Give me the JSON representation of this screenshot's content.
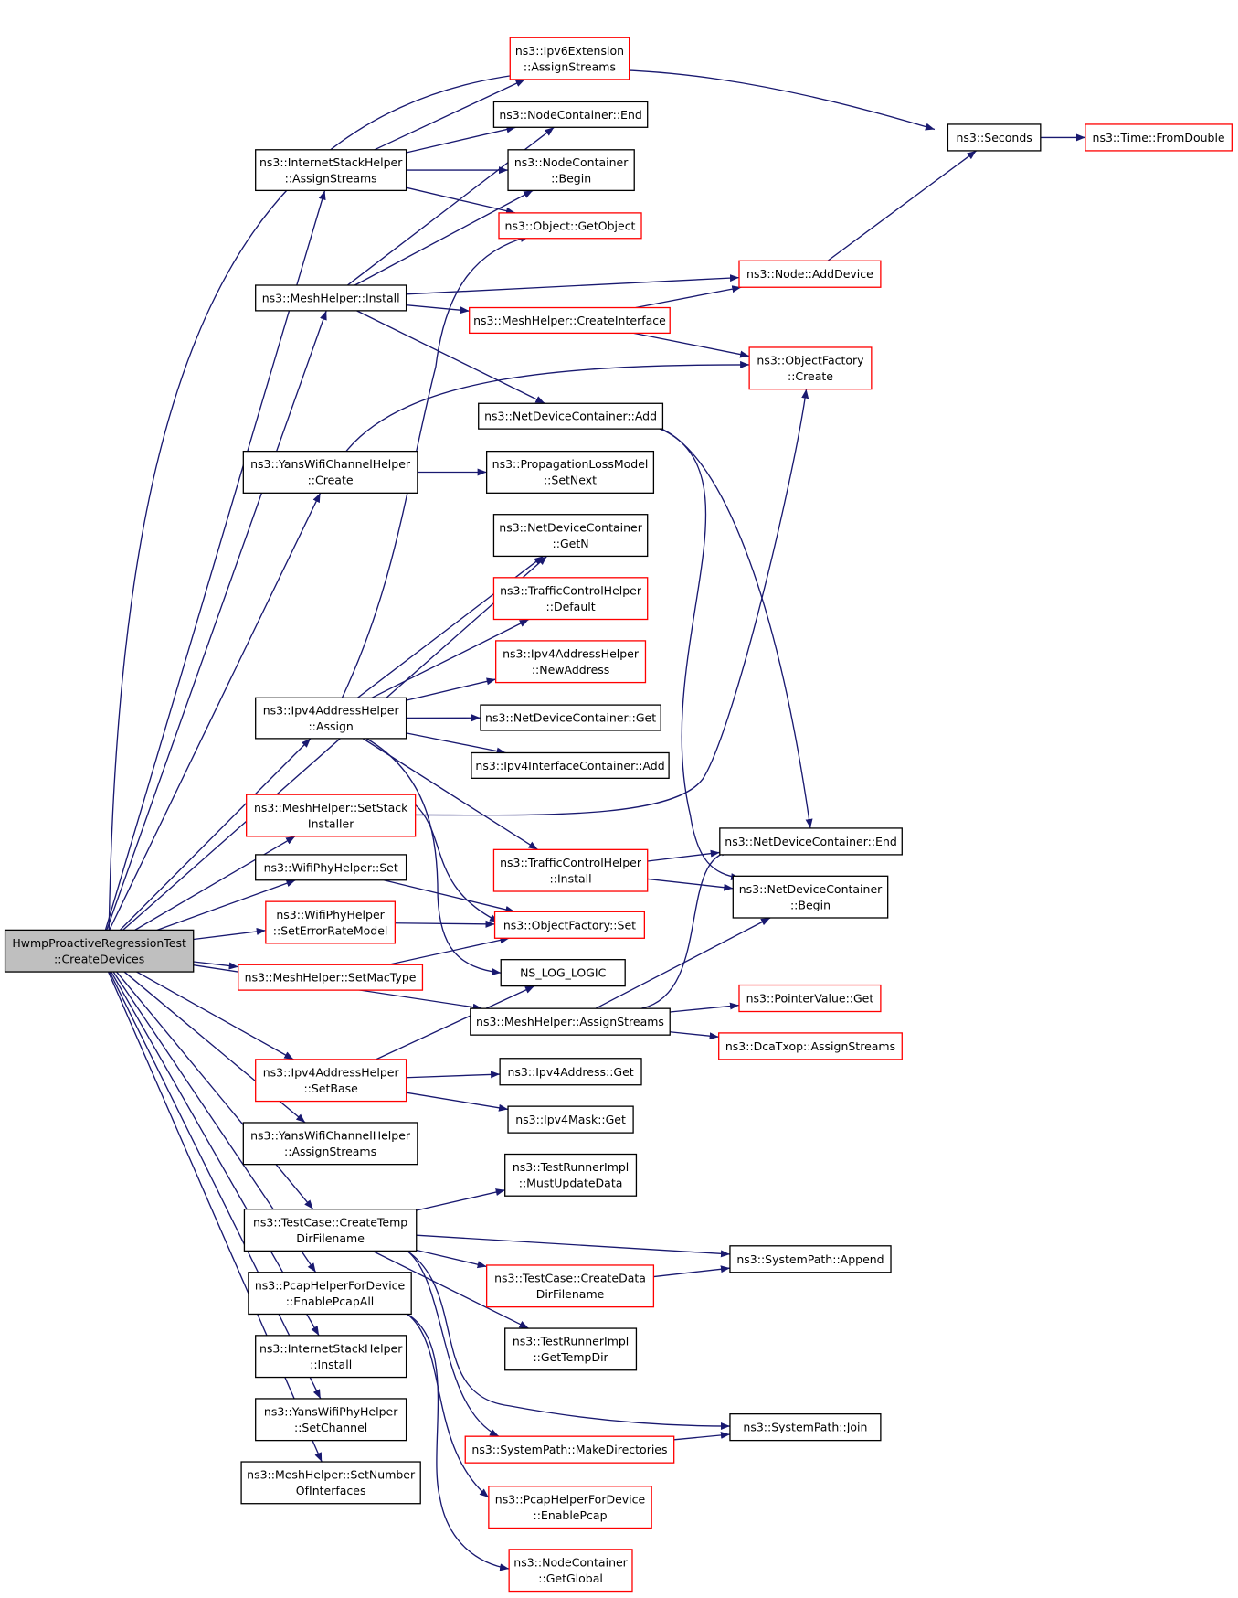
{
  "colors": {
    "edge": "#191970",
    "root_fill": "#bfbfbf",
    "box_border_normal": "#000000",
    "box_border_truncated": "#ff0000",
    "box_fill": "#ffffff"
  },
  "nodes": [
    {
      "id": "root",
      "lines": [
        "HwmpProactiveRegressionTest",
        "::CreateDevices"
      ],
      "style": "root"
    },
    {
      "id": "ipv6ext",
      "lines": [
        "ns3::Ipv6Extension",
        "::AssignStreams"
      ],
      "style": "red"
    },
    {
      "id": "nc_end",
      "lines": [
        "ns3::NodeContainer::End"
      ],
      "style": "black"
    },
    {
      "id": "ish_as",
      "lines": [
        "ns3::InternetStackHelper",
        "::AssignStreams"
      ],
      "style": "black"
    },
    {
      "id": "nc_begin",
      "lines": [
        "ns3::NodeContainer",
        "::Begin"
      ],
      "style": "black"
    },
    {
      "id": "obj_get",
      "lines": [
        "ns3::Object::GetObject"
      ],
      "style": "red"
    },
    {
      "id": "seconds",
      "lines": [
        "ns3::Seconds"
      ],
      "style": "black"
    },
    {
      "id": "time_fd",
      "lines": [
        "ns3::Time::FromDouble"
      ],
      "style": "red"
    },
    {
      "id": "mh_install",
      "lines": [
        "ns3::MeshHelper::Install"
      ],
      "style": "black"
    },
    {
      "id": "node_add",
      "lines": [
        "ns3::Node::AddDevice"
      ],
      "style": "red"
    },
    {
      "id": "mh_ci",
      "lines": [
        "ns3::MeshHelper::CreateInterface"
      ],
      "style": "red"
    },
    {
      "id": "of_create",
      "lines": [
        "ns3::ObjectFactory",
        "::Create"
      ],
      "style": "red"
    },
    {
      "id": "ndc_add",
      "lines": [
        "ns3::NetDeviceContainer::Add"
      ],
      "style": "black"
    },
    {
      "id": "ywch_create",
      "lines": [
        "ns3::YansWifiChannelHelper",
        "::Create"
      ],
      "style": "black"
    },
    {
      "id": "plm_setnext",
      "lines": [
        "ns3::PropagationLossModel",
        "::SetNext"
      ],
      "style": "black"
    },
    {
      "id": "ndc_getn",
      "lines": [
        "ns3::NetDeviceContainer",
        "::GetN"
      ],
      "style": "black"
    },
    {
      "id": "tch_default",
      "lines": [
        "ns3::TrafficControlHelper",
        "::Default"
      ],
      "style": "red"
    },
    {
      "id": "ipv4h_newaddr",
      "lines": [
        "ns3::Ipv4AddressHelper",
        "::NewAddress"
      ],
      "style": "red"
    },
    {
      "id": "ipv4h_assign",
      "lines": [
        "ns3::Ipv4AddressHelper",
        "::Assign"
      ],
      "style": "black"
    },
    {
      "id": "ndc_get",
      "lines": [
        "ns3::NetDeviceContainer::Get"
      ],
      "style": "black"
    },
    {
      "id": "ipv4ic_add",
      "lines": [
        "ns3::Ipv4InterfaceContainer::Add"
      ],
      "style": "black"
    },
    {
      "id": "mh_ssi",
      "lines": [
        "ns3::MeshHelper::SetStack",
        "Installer"
      ],
      "style": "red"
    },
    {
      "id": "ndc_end",
      "lines": [
        "ns3::NetDeviceContainer::End"
      ],
      "style": "black"
    },
    {
      "id": "wph_set",
      "lines": [
        "ns3::WifiPhyHelper::Set"
      ],
      "style": "black"
    },
    {
      "id": "tch_install",
      "lines": [
        "ns3::TrafficControlHelper",
        "::Install"
      ],
      "style": "red"
    },
    {
      "id": "ndc_begin",
      "lines": [
        "ns3::NetDeviceContainer",
        "::Begin"
      ],
      "style": "black"
    },
    {
      "id": "wph_serm",
      "lines": [
        "ns3::WifiPhyHelper",
        "::SetErrorRateModel"
      ],
      "style": "red"
    },
    {
      "id": "of_set",
      "lines": [
        "ns3::ObjectFactory::Set"
      ],
      "style": "red"
    },
    {
      "id": "mh_smt",
      "lines": [
        "ns3::MeshHelper::SetMacType"
      ],
      "style": "red"
    },
    {
      "id": "ns_log",
      "lines": [
        "NS_LOG_LOGIC"
      ],
      "style": "black"
    },
    {
      "id": "pv_get",
      "lines": [
        "ns3::PointerValue::Get"
      ],
      "style": "red"
    },
    {
      "id": "mh_as",
      "lines": [
        "ns3::MeshHelper::AssignStreams"
      ],
      "style": "black"
    },
    {
      "id": "dca_as",
      "lines": [
        "ns3::DcaTxop::AssignStreams"
      ],
      "style": "red"
    },
    {
      "id": "ipv4h_setbase",
      "lines": [
        "ns3::Ipv4AddressHelper",
        "::SetBase"
      ],
      "style": "red"
    },
    {
      "id": "ipv4a_get",
      "lines": [
        "ns3::Ipv4Address::Get"
      ],
      "style": "black"
    },
    {
      "id": "ipv4m_get",
      "lines": [
        "ns3::Ipv4Mask::Get"
      ],
      "style": "black"
    },
    {
      "id": "ywch_as",
      "lines": [
        "ns3::YansWifiChannelHelper",
        "::AssignStreams"
      ],
      "style": "black"
    },
    {
      "id": "tri_mud",
      "lines": [
        "ns3::TestRunnerImpl",
        "::MustUpdateData"
      ],
      "style": "black"
    },
    {
      "id": "tc_ctdf",
      "lines": [
        "ns3::TestCase::CreateTemp",
        "DirFilename"
      ],
      "style": "black"
    },
    {
      "id": "sp_append",
      "lines": [
        "ns3::SystemPath::Append"
      ],
      "style": "black"
    },
    {
      "id": "tc_cddf",
      "lines": [
        "ns3::TestCase::CreateData",
        "DirFilename"
      ],
      "style": "red"
    },
    {
      "id": "phd_epa",
      "lines": [
        "ns3::PcapHelperForDevice",
        "::EnablePcapAll"
      ],
      "style": "black"
    },
    {
      "id": "tri_gtd",
      "lines": [
        "ns3::TestRunnerImpl",
        "::GetTempDir"
      ],
      "style": "black"
    },
    {
      "id": "ish_install",
      "lines": [
        "ns3::InternetStackHelper",
        "::Install"
      ],
      "style": "black"
    },
    {
      "id": "ywph_sc",
      "lines": [
        "ns3::YansWifiPhyHelper",
        "::SetChannel"
      ],
      "style": "black"
    },
    {
      "id": "sp_join",
      "lines": [
        "ns3::SystemPath::Join"
      ],
      "style": "black"
    },
    {
      "id": "sp_md",
      "lines": [
        "ns3::SystemPath::MakeDirectories"
      ],
      "style": "red"
    },
    {
      "id": "mh_snoi",
      "lines": [
        "ns3::MeshHelper::SetNumber",
        "OfInterfaces"
      ],
      "style": "black"
    },
    {
      "id": "phd_ep",
      "lines": [
        "ns3::PcapHelperForDevice",
        "::EnablePcap"
      ],
      "style": "red"
    },
    {
      "id": "nc_getglobal",
      "lines": [
        "ns3::NodeContainer",
        "::GetGlobal"
      ],
      "style": "red"
    }
  ],
  "edges": [
    [
      "root",
      "ish_as"
    ],
    [
      "root",
      "mh_install"
    ],
    [
      "root",
      "ywch_create"
    ],
    [
      "root",
      "ndc_getn"
    ],
    [
      "root",
      "ipv4h_assign"
    ],
    [
      "root",
      "mh_ssi"
    ],
    [
      "root",
      "wph_set"
    ],
    [
      "root",
      "wph_serm"
    ],
    [
      "root",
      "mh_smt"
    ],
    [
      "root",
      "mh_as"
    ],
    [
      "root",
      "ipv4h_setbase"
    ],
    [
      "root",
      "ywch_as"
    ],
    [
      "root",
      "tc_ctdf"
    ],
    [
      "root",
      "phd_epa"
    ],
    [
      "root",
      "ish_install"
    ],
    [
      "root",
      "ywph_sc"
    ],
    [
      "root",
      "mh_snoi"
    ],
    [
      "root",
      "seconds"
    ],
    [
      "ish_as",
      "ipv6ext"
    ],
    [
      "ish_as",
      "nc_end"
    ],
    [
      "ish_as",
      "nc_begin"
    ],
    [
      "ish_as",
      "obj_get"
    ],
    [
      "seconds",
      "time_fd"
    ],
    [
      "mh_install",
      "nc_end"
    ],
    [
      "mh_install",
      "nc_begin"
    ],
    [
      "mh_install",
      "node_add"
    ],
    [
      "mh_install",
      "mh_ci"
    ],
    [
      "mh_install",
      "ndc_add"
    ],
    [
      "mh_ci",
      "node_add"
    ],
    [
      "mh_ci",
      "of_create"
    ],
    [
      "node_add",
      "seconds"
    ],
    [
      "ndc_add",
      "ndc_end"
    ],
    [
      "ndc_add",
      "ndc_begin"
    ],
    [
      "ywch_create",
      "plm_setnext"
    ],
    [
      "ywch_create",
      "of_create"
    ],
    [
      "ipv4h_assign",
      "ndc_getn"
    ],
    [
      "ipv4h_assign",
      "tch_default"
    ],
    [
      "ipv4h_assign",
      "ipv4h_newaddr"
    ],
    [
      "ipv4h_assign",
      "ndc_get"
    ],
    [
      "ipv4h_assign",
      "ipv4ic_add"
    ],
    [
      "ipv4h_assign",
      "tch_install"
    ],
    [
      "ipv4h_assign",
      "ns_log"
    ],
    [
      "ipv4h_assign",
      "obj_get"
    ],
    [
      "mh_ssi",
      "of_create"
    ],
    [
      "mh_ssi",
      "of_set"
    ],
    [
      "wph_set",
      "of_set"
    ],
    [
      "wph_serm",
      "of_set"
    ],
    [
      "mh_smt",
      "of_set"
    ],
    [
      "tch_install",
      "ndc_end"
    ],
    [
      "tch_install",
      "ndc_begin"
    ],
    [
      "mh_as",
      "pv_get"
    ],
    [
      "mh_as",
      "dca_as"
    ],
    [
      "mh_as",
      "ndc_end"
    ],
    [
      "mh_as",
      "ndc_begin"
    ],
    [
      "ipv4h_setbase",
      "ns_log"
    ],
    [
      "ipv4h_setbase",
      "ipv4a_get"
    ],
    [
      "ipv4h_setbase",
      "ipv4m_get"
    ],
    [
      "tc_ctdf",
      "tri_mud"
    ],
    [
      "tc_ctdf",
      "sp_append"
    ],
    [
      "tc_ctdf",
      "tc_cddf"
    ],
    [
      "tc_ctdf",
      "tri_gtd"
    ],
    [
      "tc_ctdf",
      "sp_join"
    ],
    [
      "tc_ctdf",
      "sp_md"
    ],
    [
      "tc_cddf",
      "sp_append"
    ],
    [
      "phd_epa",
      "phd_ep"
    ],
    [
      "phd_epa",
      "nc_getglobal"
    ],
    [
      "sp_md",
      "sp_join"
    ]
  ]
}
